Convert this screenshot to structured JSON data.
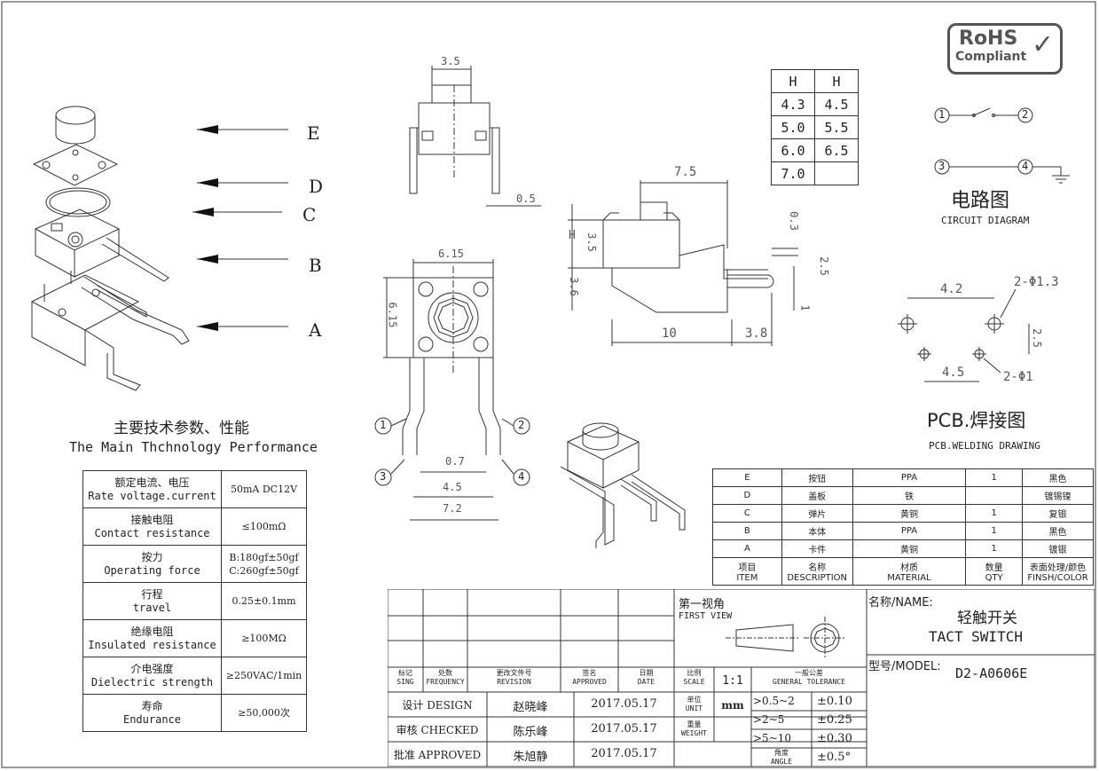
{
  "rohs": {
    "line1": "RoHS",
    "line2": "Compliant"
  },
  "arrow_labels": [
    "E",
    "D",
    "C",
    "B",
    "A"
  ],
  "main_title": {
    "cn": "主要技术参数、性能",
    "en": "The Main Thchnology Performance"
  },
  "performance": [
    {
      "cn": "额定电流、电压",
      "en": "Rate voltage.current",
      "value": "50mA DC12V"
    },
    {
      "cn": "接触电阻",
      "en": "Contact resistance",
      "value": "≤100mΩ"
    },
    {
      "cn": "按力",
      "en": "Operating force",
      "value": "B:180gf±50gf\nC:260gf±50gf"
    },
    {
      "cn": "行程",
      "en": "travel",
      "value": "0.25±0.1mm"
    },
    {
      "cn": "绝缘电阻",
      "en": "Insulated resistance",
      "value": "≥100MΩ"
    },
    {
      "cn": "介电强度",
      "en": "Dielectric strength",
      "value": "≥250VAC/1min"
    },
    {
      "cn": "寿命",
      "en": "Endurance",
      "value": "≥50,000次"
    }
  ],
  "h_table": {
    "header": [
      "H",
      "H"
    ],
    "rows": [
      [
        "4.3",
        "4.5"
      ],
      [
        "5.0",
        "5.5"
      ],
      [
        "6.0",
        "6.5"
      ],
      [
        "7.0",
        ""
      ]
    ]
  },
  "circuit": {
    "title_cn": "电路图",
    "title_en": "CIRCUIT DIAGRAM",
    "pins": [
      "1",
      "2",
      "3",
      "4"
    ]
  },
  "pcb": {
    "title_cn": "PCB.焊接图",
    "title_en": "PCB.WELDING DRAWING",
    "d1": "4.2",
    "d2": "2.5",
    "d3": "4.5",
    "hole1": "2-Φ1.3",
    "hole2": "2-Φ1"
  },
  "dims_top": {
    "w": "3.5",
    "pin": "0.5"
  },
  "dims_side": {
    "w": "7.5",
    "h": "H",
    "h2": "3.5",
    "h3": "3.6",
    "t": "0.3",
    "p": "2.5",
    "one": "1",
    "base": "10",
    "ext": "3.8"
  },
  "dims_front": {
    "w": "6.15",
    "h": "6.15",
    "pitch": "0.7",
    "b": "4.5",
    "c": "7.2",
    "pins": [
      "1",
      "2",
      "3",
      "4"
    ]
  },
  "bom": {
    "rows": [
      {
        "item": "E",
        "desc": "按钮",
        "mat": "PPA",
        "qty": "1",
        "finish": "黑色"
      },
      {
        "item": "D",
        "desc": "盖板",
        "mat": "铁",
        "qty": "",
        "finish": "镀锡镍"
      },
      {
        "item": "C",
        "desc": "弹片",
        "mat": "黄铜",
        "qty": "1",
        "finish": "复银"
      },
      {
        "item": "B",
        "desc": "本体",
        "mat": "PPA",
        "qty": "1",
        "finish": "黑色"
      },
      {
        "item": "A",
        "desc": "卡件",
        "mat": "黄铜",
        "qty": "1",
        "finish": "镀银"
      }
    ],
    "header": {
      "item_cn": "项目",
      "item_en": "ITEM",
      "desc_cn": "名称",
      "desc_en": "DESCRIPTION",
      "mat_cn": "材质",
      "mat_en": "MATERIAL",
      "qty_cn": "数量",
      "qty_en": "QTY",
      "finish_cn": "表面处理/颜色",
      "finish_en": "FINSH/COLOR"
    }
  },
  "title_block": {
    "first_view_cn": "第一视角",
    "first_view_en": "FIRST VIEW",
    "name_label": "名称/NAME:",
    "name_cn": "轻触开关",
    "name_en": "TACT SWITCH",
    "model_label": "型号/MODEL:",
    "model": "D2-A0606E",
    "rev_headers": [
      [
        "标记",
        "SING"
      ],
      [
        "处数",
        "FREQUENCY"
      ],
      [
        "更改文件号",
        "REVISION"
      ],
      [
        "签名",
        "APPROVED"
      ],
      [
        "日期",
        "DATE"
      ]
    ],
    "scale_cn": "比例",
    "scale_en": "SCALE",
    "scale": "1:1",
    "tol_cn": "一般公差",
    "tol_en": "GENERAL TOLERANCE",
    "unit_cn": "单位",
    "unit_en": "UNIT",
    "unit": "mm",
    "weight_cn": "重量",
    "weight_en": "WEIGHT",
    "angle_cn": "角度",
    "angle_en": "ANGLE",
    "tolerances": [
      [
        ">0.5~2",
        "±0.10"
      ],
      [
        ">2~5",
        "±0.25"
      ],
      [
        ">5~10",
        "±0.30"
      ],
      [
        "",
        "±0.5°"
      ]
    ],
    "signoff": [
      {
        "role": "设计 DESIGN",
        "name": "赵晓峰",
        "date": "2017.05.17"
      },
      {
        "role": "审核 CHECKED",
        "name": "陈乐峰",
        "date": "2017.05.17"
      },
      {
        "role": "批准 APPROVED",
        "name": "朱旭静",
        "date": "2017.05.17"
      }
    ]
  }
}
